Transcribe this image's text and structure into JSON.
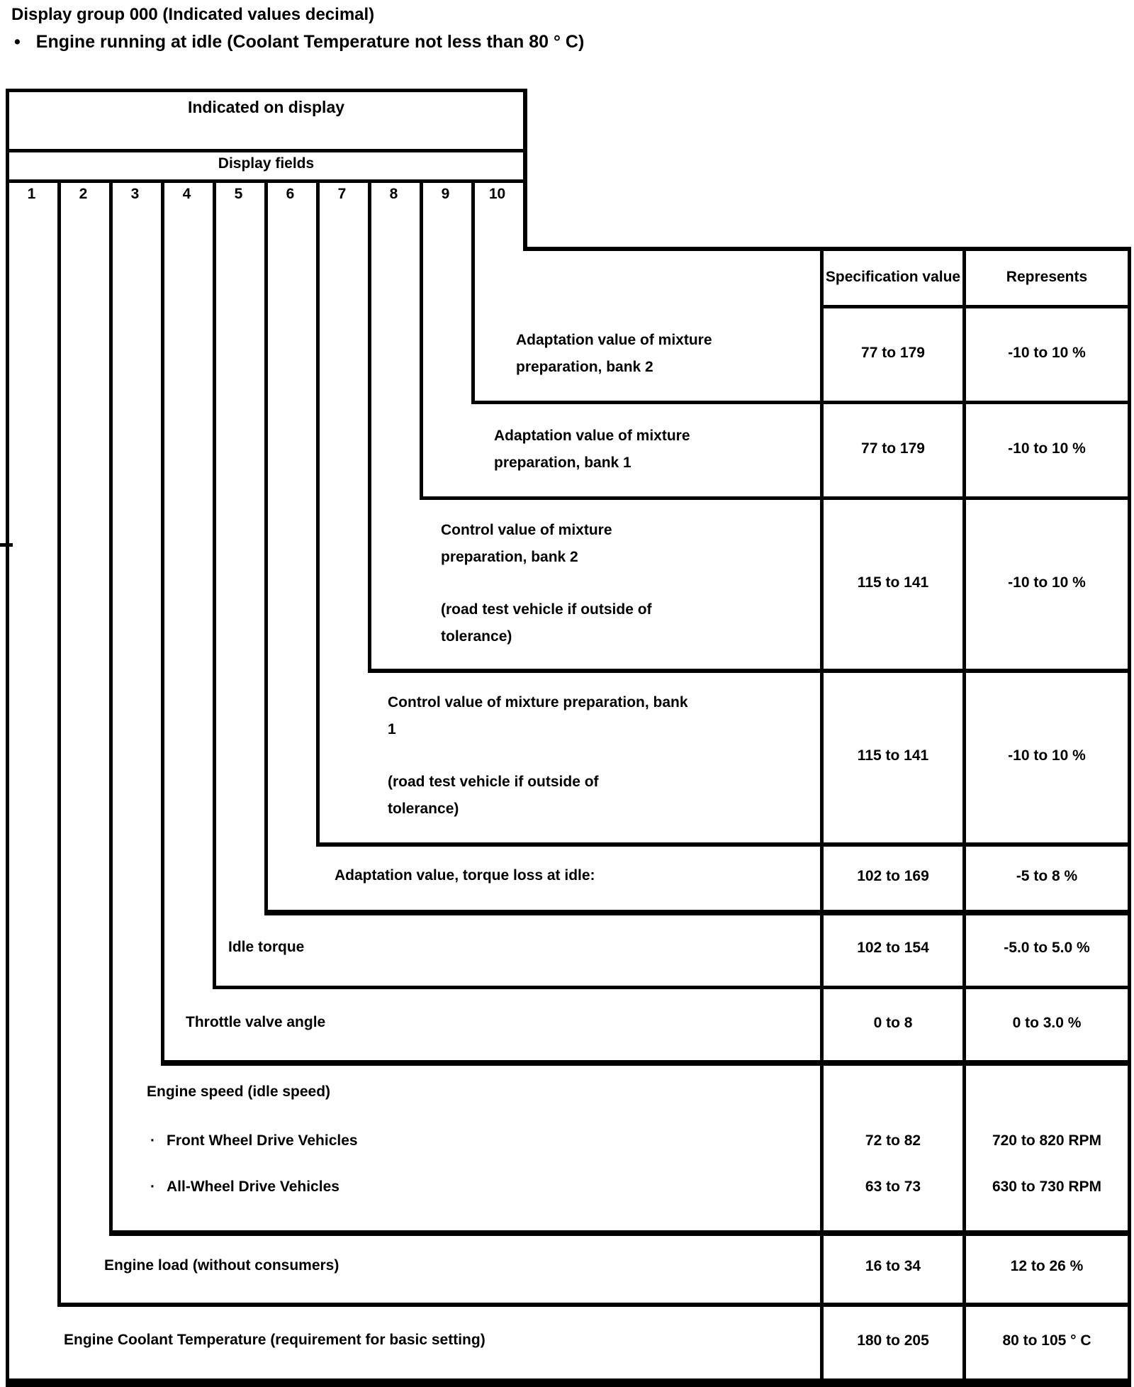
{
  "page": {
    "title": "Display group 000 (Indicated values decimal)",
    "bullet": "•",
    "subtitle": "Engine running at idle (Coolant Temperature not less than 80 ° C)"
  },
  "table": {
    "indicated_on_display": "Indicated on display",
    "display_fields": "Display fields",
    "field_numbers": [
      "1",
      "2",
      "3",
      "4",
      "5",
      "6",
      "7",
      "8",
      "9",
      "10"
    ],
    "spec_header": "Specification value",
    "represents_header": "Represents"
  },
  "rows": [
    {
      "field": "10",
      "label": "Adaptation value of mixture preparation, bank 2",
      "spec": "77 to 179",
      "represents": "-10 to 10 %"
    },
    {
      "field": "9",
      "label": "Adaptation value of mixture preparation, bank 1",
      "spec": "77 to 179",
      "represents": "-10 to 10 %"
    },
    {
      "field": "8",
      "label": "Control value of mixture preparation, bank 2",
      "note": "(road test vehicle if outside of tolerance)",
      "spec": "115 to 141",
      "represents": "-10 to 10 %"
    },
    {
      "field": "7",
      "label": "Control value of mixture preparation, bank 1",
      "note": "(road test vehicle if outside of tolerance)",
      "spec": "115 to 141",
      "represents": "-10 to 10 %"
    },
    {
      "field": "6",
      "label": "Adaptation value, torque loss at idle:",
      "spec": "102 to 169",
      "represents": "-5 to 8 %"
    },
    {
      "field": "5",
      "label": "Idle torque",
      "spec": "102 to 154",
      "represents": "-5.0 to 5.0 %"
    },
    {
      "field": "4",
      "label": "Throttle valve angle",
      "spec": "0 to 8",
      "represents": "0 to 3.0 %"
    },
    {
      "field": "3",
      "label": "Engine speed (idle speed)",
      "bullet": "·",
      "bullets": [
        {
          "label": "Front Wheel Drive Vehicles",
          "spec": "72 to 82",
          "represents": "720 to 820 RPM"
        },
        {
          "label": "All-Wheel Drive Vehicles",
          "spec": "63 to 73",
          "represents": "630 to 730 RPM"
        }
      ]
    },
    {
      "field": "2",
      "label": "Engine load (without consumers)",
      "spec": "16 to 34",
      "represents": "12 to 26 %"
    },
    {
      "field": "1",
      "label": "Engine Coolant Temperature (requirement for basic setting)",
      "spec": "180 to 205",
      "represents": "80 to 105 ° C"
    }
  ]
}
